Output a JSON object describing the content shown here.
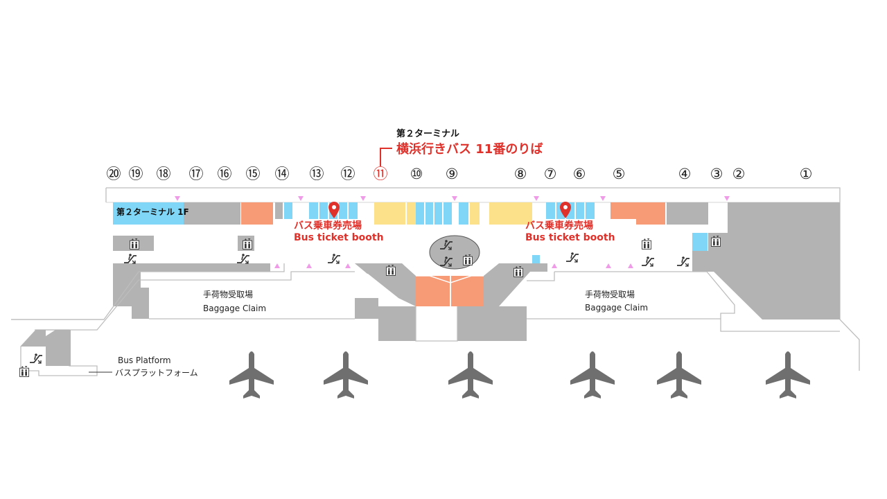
{
  "map": {
    "title": "第２ターミナル",
    "headline": "横浜行きバス 11番のりば",
    "floor_label": "第２ターミナル 1F",
    "highlight_platform": "⑪",
    "accent_color": "#e0302a",
    "platforms": [
      "⑳",
      "⑲",
      "⑱",
      "⑰",
      "⑯",
      "⑮",
      "⑭",
      "⑬",
      "⑫",
      "⑪",
      "⑩",
      "⑨",
      "⑧",
      "⑦",
      "⑥",
      "⑤",
      "④",
      "③",
      "②",
      "①"
    ],
    "ticket_booth_left": {
      "jp": "バス乗車券売場",
      "en": "Bus ticket booth"
    },
    "ticket_booth_right": {
      "jp": "バス乗車券売場",
      "en": "Bus ticket booth"
    },
    "baggage_left": {
      "jp": "手荷物受取場",
      "en": "Baggage Claim"
    },
    "baggage_right": {
      "jp": "手荷物受取場",
      "en": "Baggage Claim"
    },
    "bus_platform": {
      "en": "Bus Platform",
      "jp": "バスプラットフォーム"
    },
    "icons": [
      "elevator-icon",
      "escalator-icon",
      "airplane-icon",
      "location-pin-icon",
      "entrance-marker-icon"
    ],
    "colors": {
      "shop_blue": "#7fd6f7",
      "shop_yellow": "#fce08a",
      "shop_orange": "#f79a76",
      "building_gray": "#b3b3b3",
      "marker_pink": "#f09be8"
    }
  }
}
